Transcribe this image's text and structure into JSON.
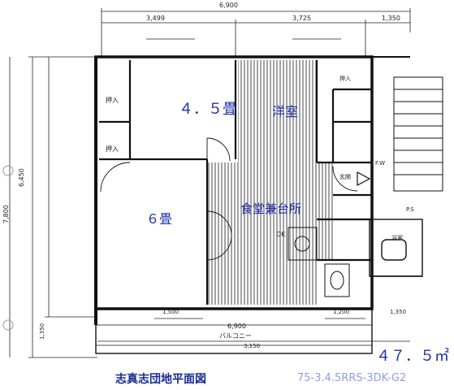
{
  "rooms": {
    "japanese_small": "４．５畳",
    "western": "洋室",
    "japanese_large": "６畳",
    "dining_kitchen": "食堂兼台所"
  },
  "area": "４７．５㎡",
  "caption": "志真志団地平面図",
  "plan_code": "75-3.4.5RRS-3DK-G2",
  "dimensions": {
    "top_total": "6,900",
    "top_left": "3,499",
    "top_mid": "3,725",
    "top_right": "1,350",
    "left_total": "6,450",
    "left_outer": "7,800",
    "bottom_total": "6,900",
    "bottom_left": "1,500",
    "bottom_right": "1,200",
    "bottom_side": "1,350",
    "left_bottom": "1,350",
    "balcony_width": "3,150"
  },
  "fixtures": {
    "closet1": "押入",
    "closet2": "押入",
    "closet3": "押入",
    "balcony": "バルコニー",
    "entrance": "玄関",
    "bath": "浴室",
    "ps": "P.S",
    "fw": "F.W",
    "dk": "DK"
  },
  "colors": {
    "label_blue": "#1f2fa8",
    "ink": "#111111"
  }
}
